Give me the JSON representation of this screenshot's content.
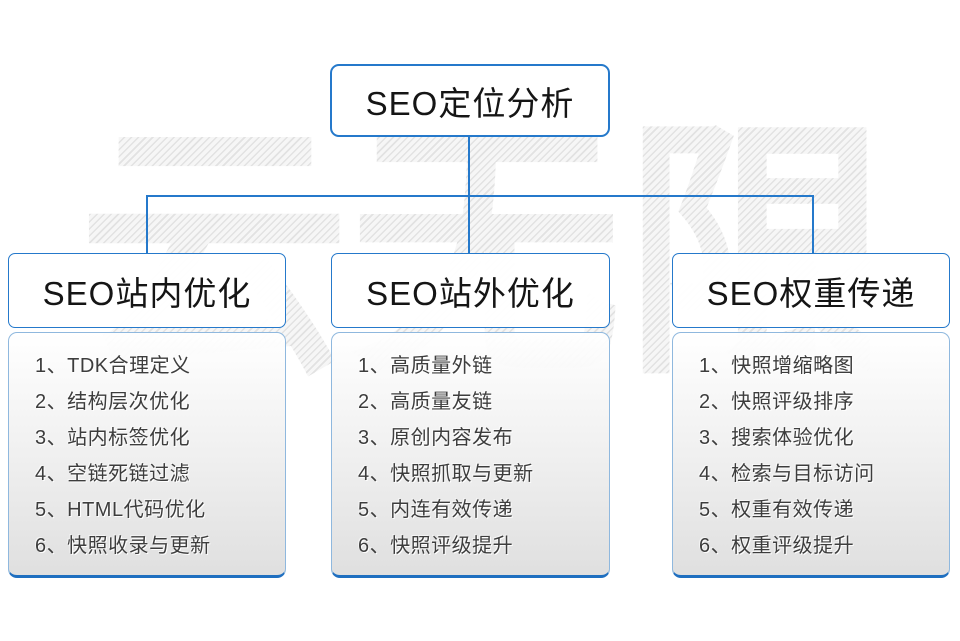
{
  "watermark": {
    "char_1": "云",
    "char_2": "无",
    "char_3": "限"
  },
  "root_box": {
    "label": "SEO定位分析"
  },
  "columns": [
    {
      "title": "SEO站内优化",
      "items": [
        "1、TDK合理定义",
        "2、结构层次优化",
        "3、站内标签优化",
        "4、空链死链过滤",
        "5、HTML代码优化",
        "6、快照收录与更新"
      ]
    },
    {
      "title": "SEO站外优化",
      "items": [
        "1、高质量外链",
        "2、高质量友链",
        "3、原创内容发布",
        "4、快照抓取与更新",
        "5、内连有效传递",
        "6、快照评级提升"
      ]
    },
    {
      "title": "SEO权重传递",
      "items": [
        "1、快照增缩略图",
        "2、快照评级排序",
        "3、搜索体验优化",
        "4、检索与目标访问",
        "5、权重有效传递",
        "6、权重评级提升"
      ]
    }
  ],
  "colors": {
    "accent_blue": "#2579cb",
    "list_border_bottom_blue": "#1f6fc0",
    "header_text": "#151515",
    "list_text": "#3d3d3d",
    "watermark_gray": "#e9e9e9"
  }
}
